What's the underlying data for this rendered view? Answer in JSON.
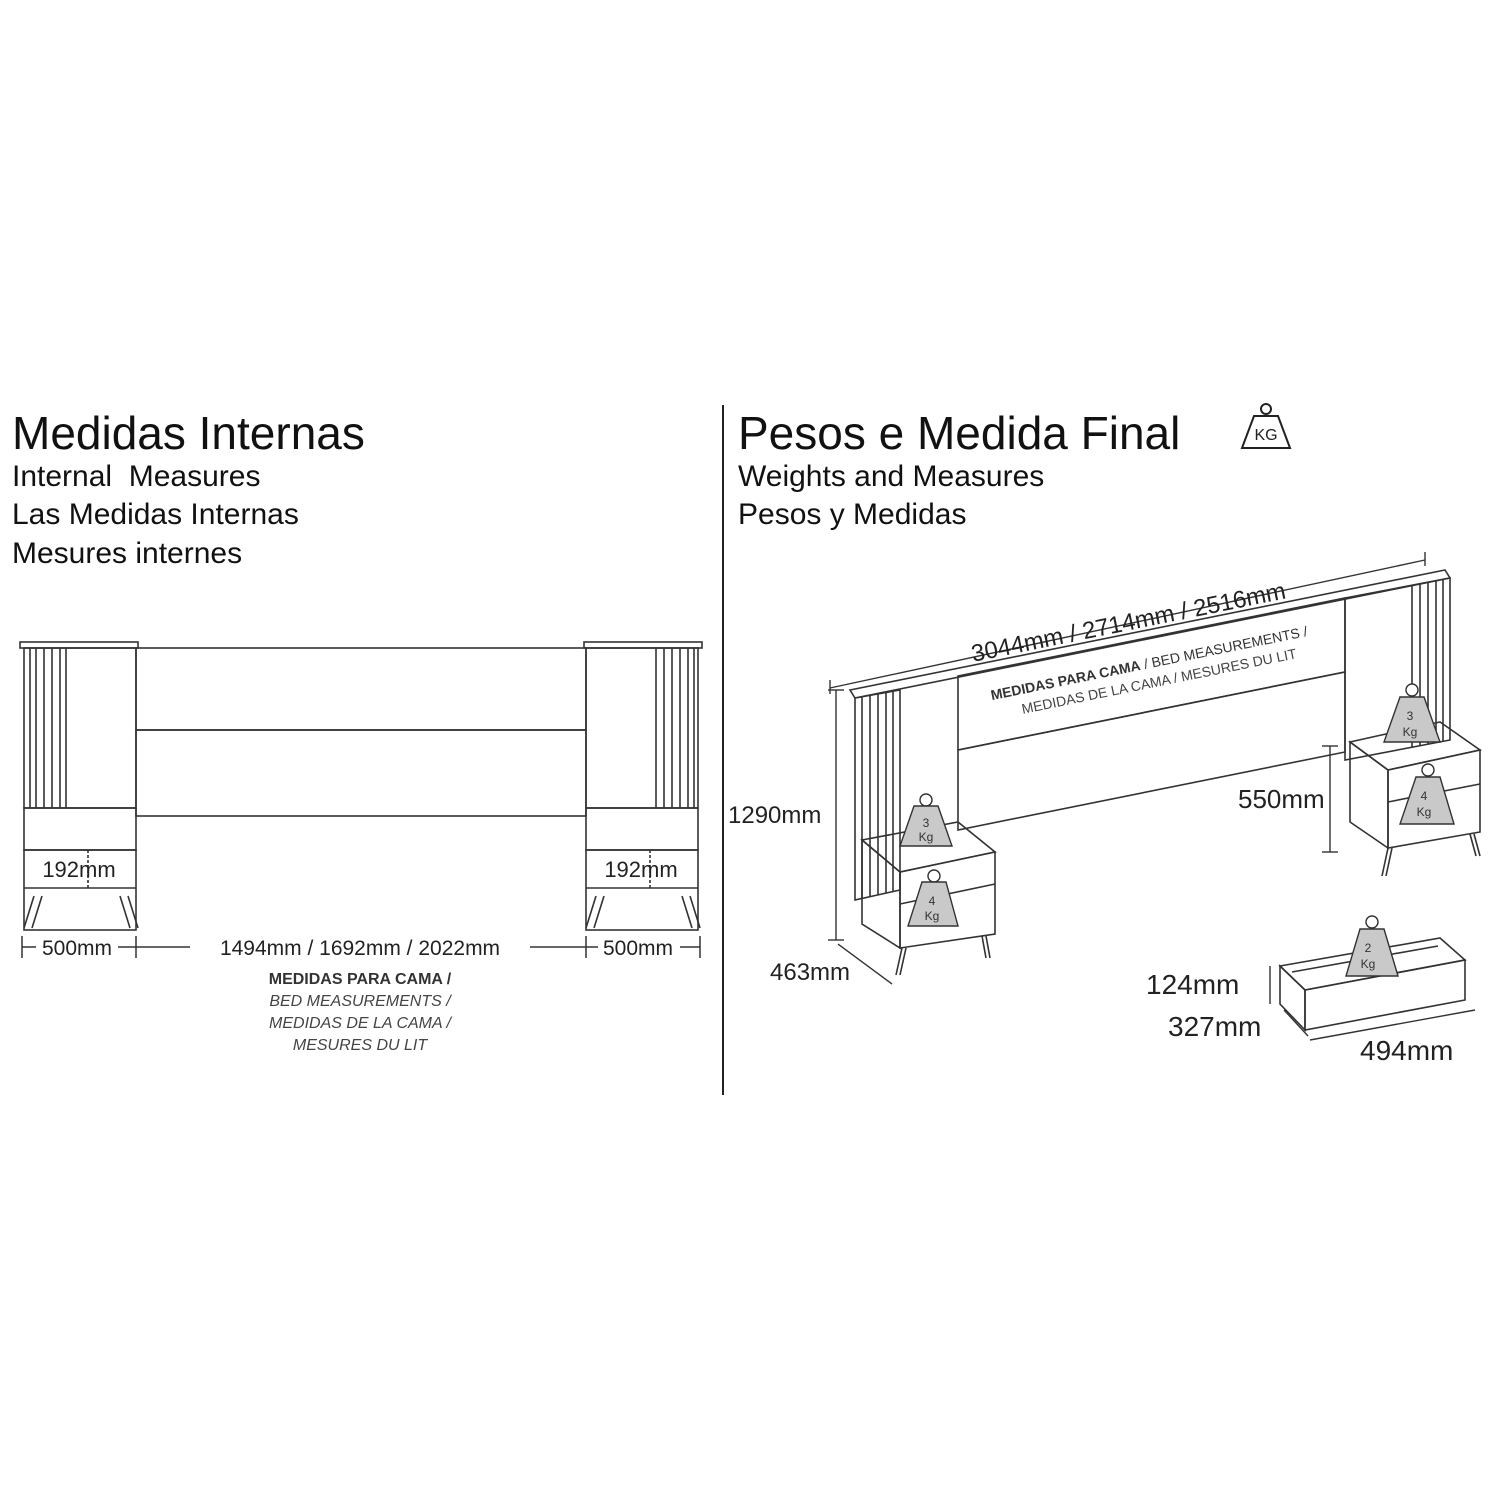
{
  "left_panel": {
    "title": "Medidas Internas",
    "subtitles": [
      "Internal  Measures",
      "Las Medidas Internas",
      "Mesures internes"
    ],
    "dims": {
      "inner_left": "192mm",
      "inner_right": "192mm",
      "width_left": "500mm",
      "width_center": "1494mm / 1692mm / 2022mm",
      "width_right": "500mm"
    },
    "bed_note": [
      "MEDIDAS PARA CAMA /",
      "BED MEASUREMENTS /",
      "MEDIDAS DE LA CAMA /",
      "MESURES DU LIT"
    ]
  },
  "right_panel": {
    "title": "Pesos e Medida Final",
    "weight_icon_label": "KG",
    "subtitles": [
      "Weights and Measures",
      "Pesos y Medidas"
    ],
    "dims": {
      "total_width": "3044mm / 2714mm / 2516mm",
      "height": "1290mm",
      "depth": "463mm",
      "nightstand_height": "550mm",
      "drawer_height": "124mm",
      "drawer_depth": "327mm",
      "drawer_width": "494mm"
    },
    "bed_note_bold": "MEDIDAS PARA CAMA",
    "bed_note_rest": " / BED MEASUREMENTS /",
    "bed_note_line2": "MEDIDAS DE LA CAMA / MESURES DU LIT",
    "weights": [
      {
        "value": "3",
        "unit": "Kg"
      },
      {
        "value": "4",
        "unit": "Kg"
      },
      {
        "value": "3",
        "unit": "Kg"
      },
      {
        "value": "4",
        "unit": "Kg"
      },
      {
        "value": "2",
        "unit": "Kg"
      }
    ]
  }
}
